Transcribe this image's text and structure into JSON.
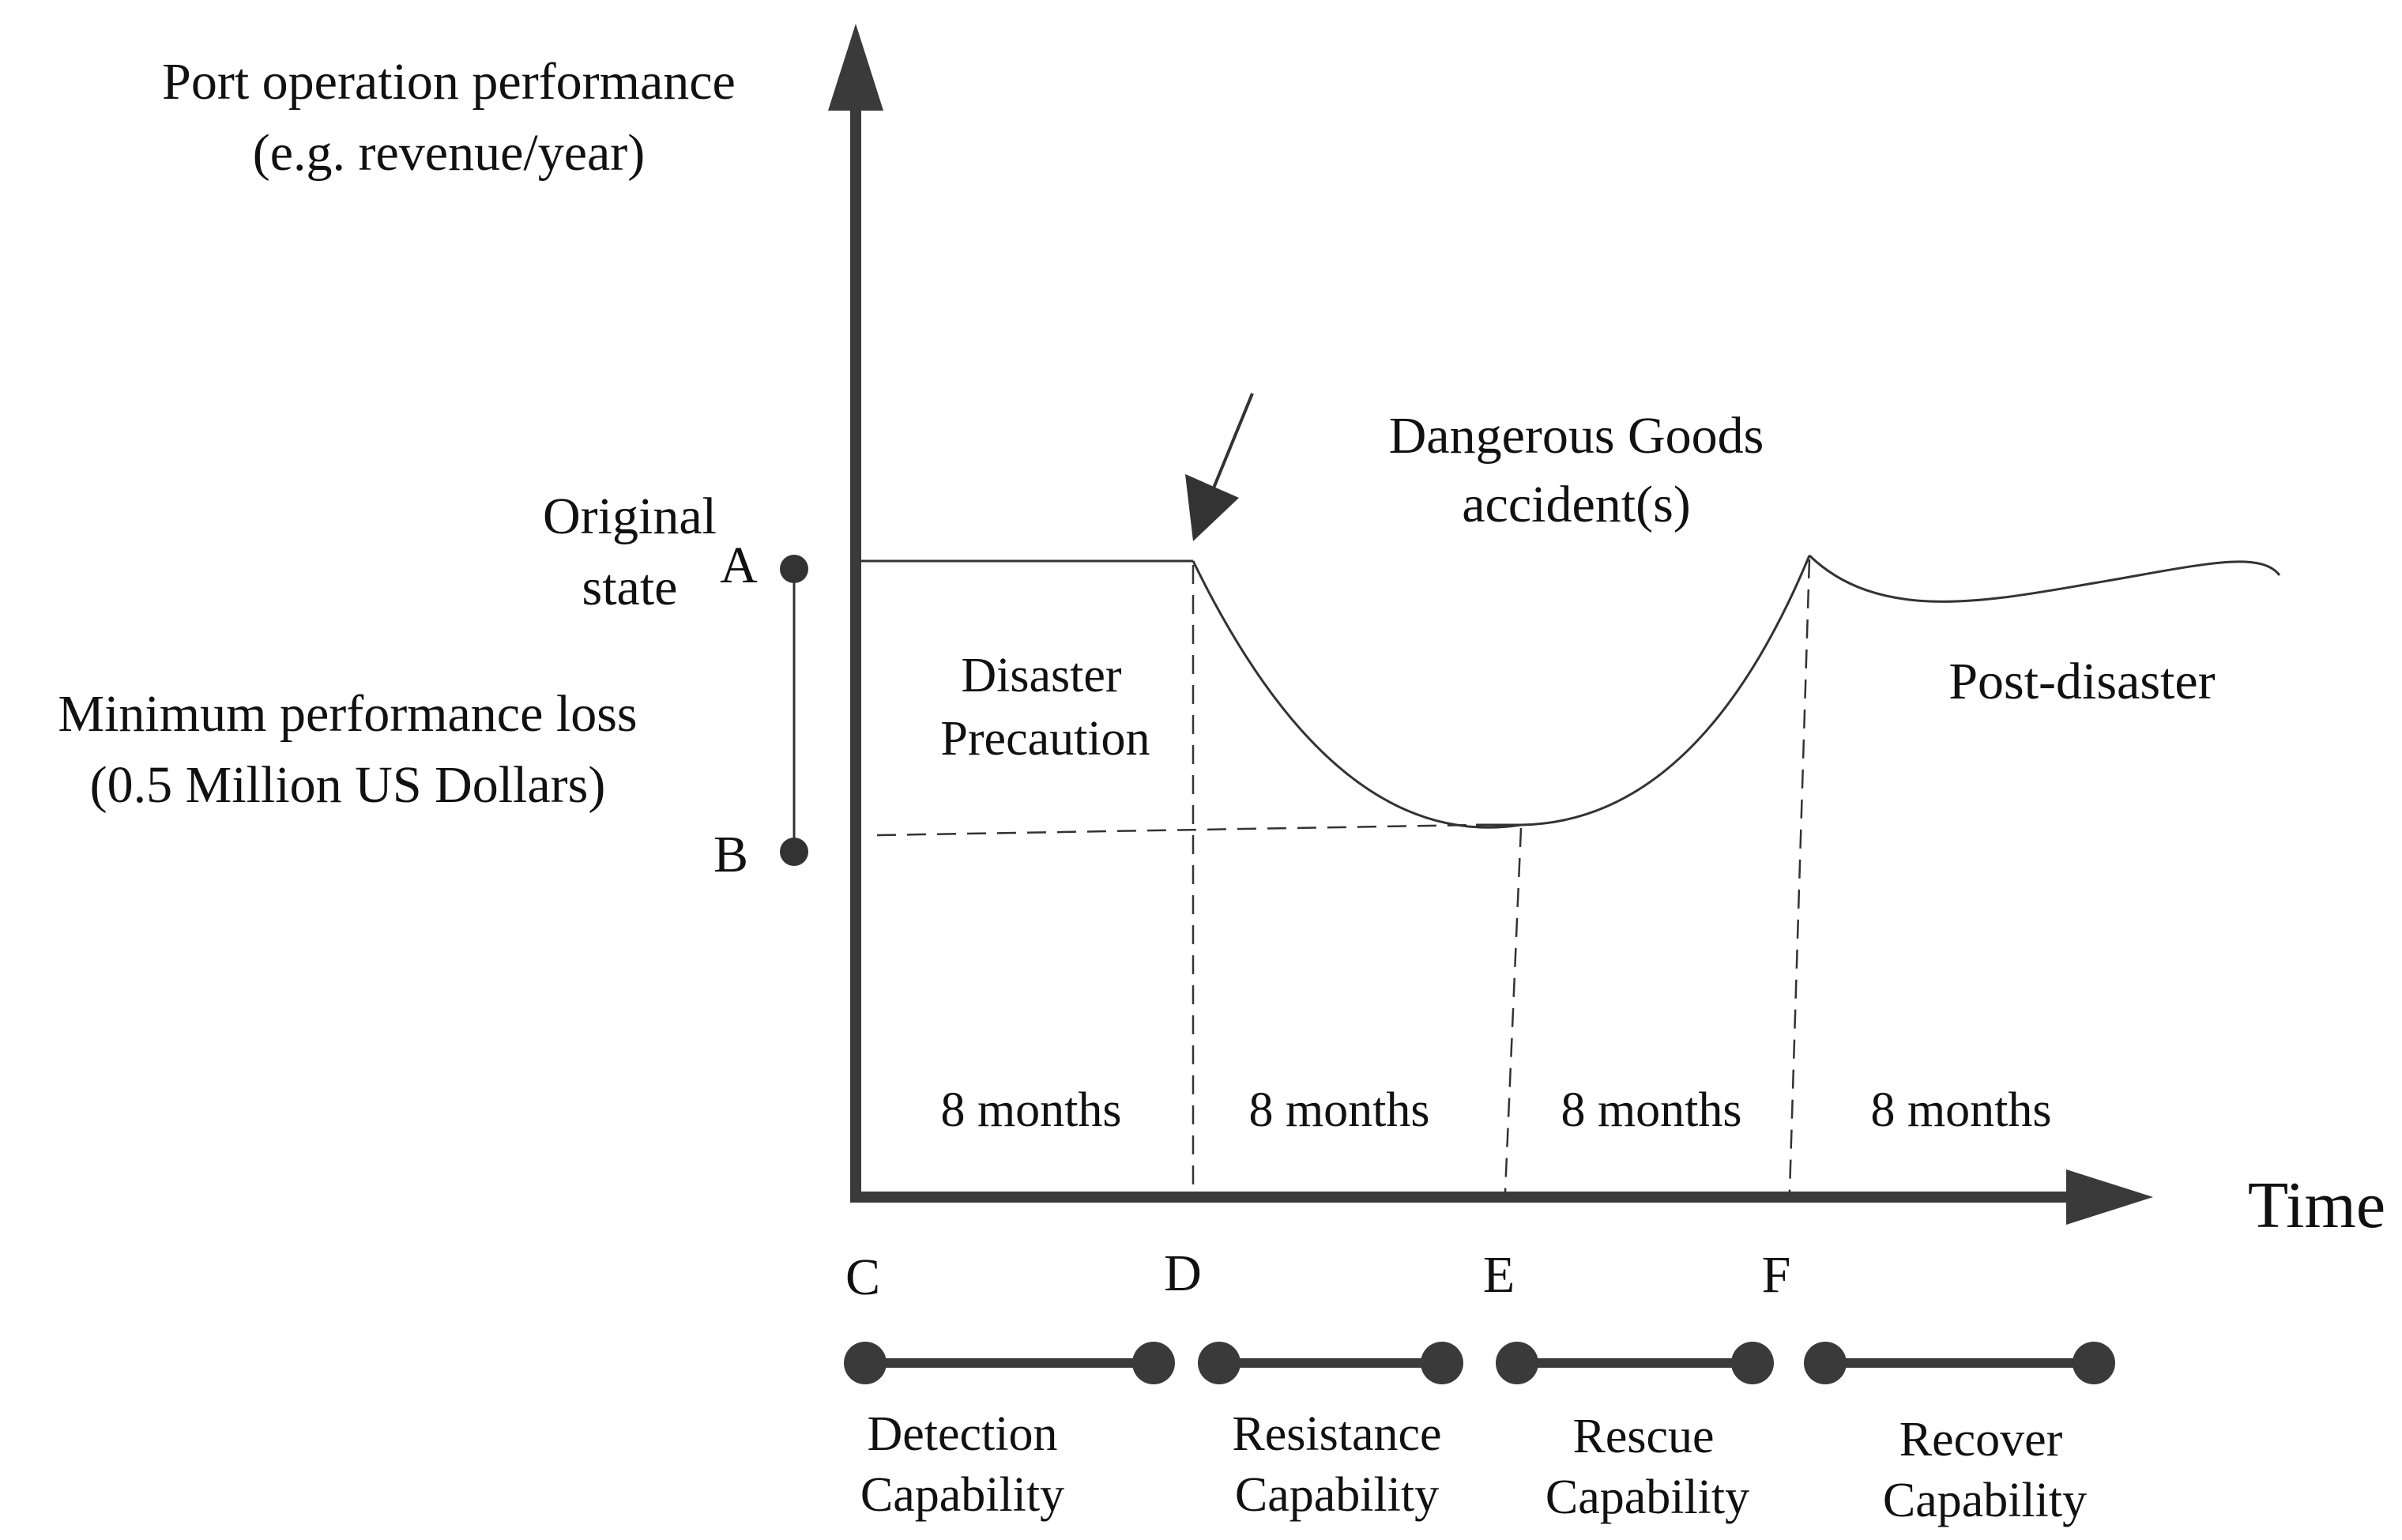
{
  "axes": {
    "y_title_line1": "Port operation performance",
    "y_title_line2": "(e.g. revenue/year)",
    "x_title": "Time"
  },
  "points": {
    "a": "A",
    "b": "B",
    "c": "C",
    "d": "D",
    "e": "E",
    "f": "F"
  },
  "labels": {
    "original_state_line1": "Original",
    "original_state_line2": "state",
    "min_loss_line1": "Minimum performance loss",
    "min_loss_line2": "(0.5 Million US Dollars)",
    "accident_line1": "Dangerous Goods",
    "accident_line2": "accident(s)",
    "precaution_line1": "Disaster",
    "precaution_line2": "Precaution",
    "post_disaster": "Post-disaster"
  },
  "durations": [
    "8 months",
    "8 months",
    "8 months",
    "8 months"
  ],
  "capabilities": [
    {
      "line1": "Detection",
      "line2": "Capability"
    },
    {
      "line1": "Resistance",
      "line2": "Capability"
    },
    {
      "line1": "Rescue",
      "line2": "Capability"
    },
    {
      "line1": "Recover",
      "line2": "Capability"
    }
  ],
  "colors": {
    "axis": "#3a3a3a",
    "line": "#333333",
    "text": "#111111"
  }
}
